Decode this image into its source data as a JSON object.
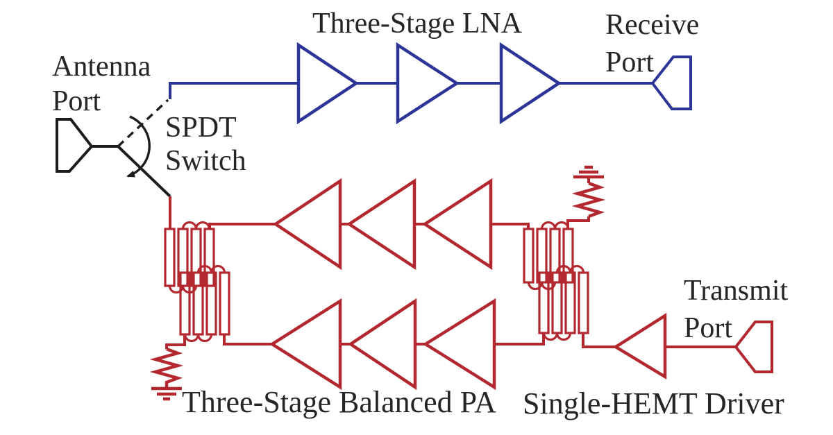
{
  "colors": {
    "blue": "#2b3598",
    "red": "#b2282e",
    "black": "#1d1d1d",
    "text": "#272425",
    "bg": "#ffffff"
  },
  "labels": {
    "antenna_port": {
      "line1": "Antenna",
      "line2": "Port"
    },
    "spdt_switch": {
      "line1": "SPDT",
      "line2": "Switch"
    },
    "lna": "Three-Stage LNA",
    "receive_port": {
      "line1": "Receive",
      "line2": "Port"
    },
    "balanced_pa": "Three-Stage Balanced PA",
    "driver": "Single-HEMT Driver",
    "transmit_port": {
      "line1": "Transmit",
      "line2": "Port"
    }
  },
  "components": [
    {
      "name": "Antenna Port",
      "type": "port",
      "color": "black"
    },
    {
      "name": "SPDT Switch",
      "type": "switch",
      "color": "black"
    },
    {
      "name": "Three-Stage LNA",
      "type": "amplifier-chain",
      "stages": 3,
      "color": "blue",
      "signal_direction": "right"
    },
    {
      "name": "Receive Port",
      "type": "port",
      "color": "blue"
    },
    {
      "name": "Three-Stage Balanced PA",
      "type": "balanced-amplifier",
      "branches": 2,
      "stages_per_branch": 3,
      "color": "red",
      "signal_direction": "left"
    },
    {
      "name": "Interdigitated coupler",
      "type": "coupler",
      "count": 2,
      "color": "red"
    },
    {
      "name": "Termination resistor to ground",
      "type": "resistor",
      "count": 2,
      "color": "red"
    },
    {
      "name": "Single-HEMT Driver",
      "type": "amplifier",
      "stages": 1,
      "color": "red",
      "signal_direction": "left"
    },
    {
      "name": "Transmit Port",
      "type": "port",
      "color": "red"
    }
  ]
}
